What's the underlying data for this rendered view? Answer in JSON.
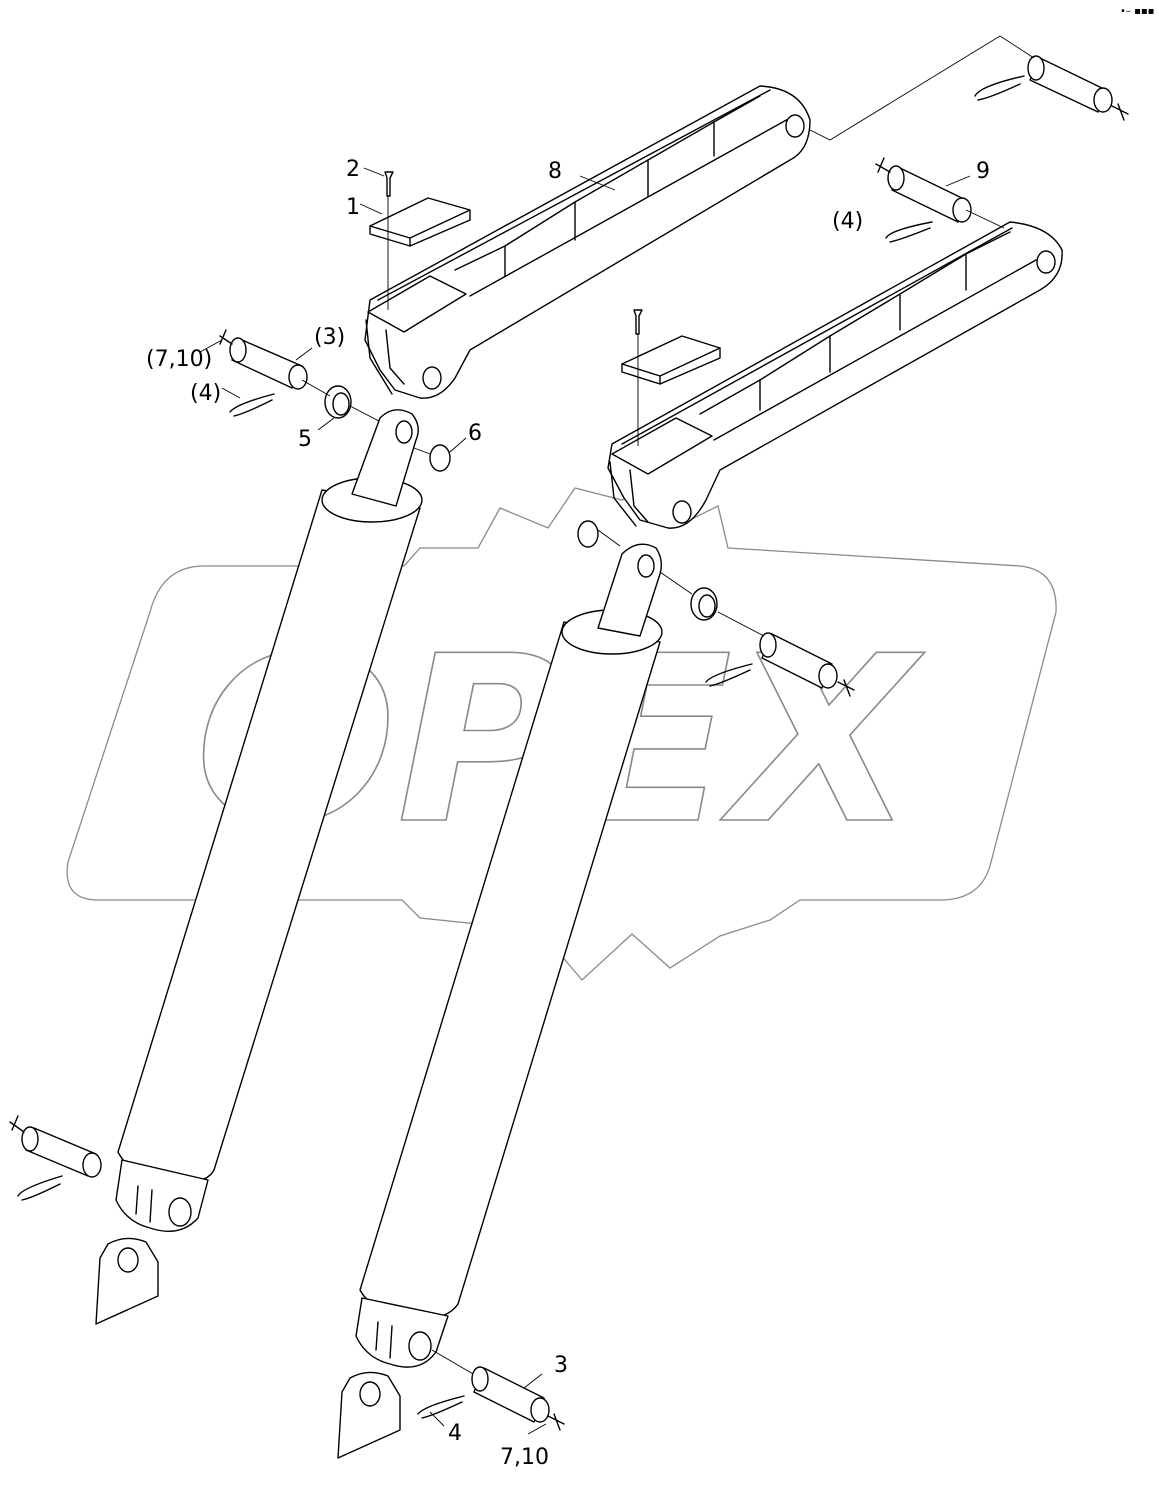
{
  "watermark": {
    "text": "OPEX"
  },
  "callouts": [
    {
      "id": "c1",
      "text": "1"
    },
    {
      "id": "c2",
      "text": "2"
    },
    {
      "id": "c8",
      "text": "8"
    },
    {
      "id": "c9",
      "text": "9"
    },
    {
      "id": "c4r",
      "text": "(4)"
    },
    {
      "id": "c710",
      "text": "(7,10)"
    },
    {
      "id": "c3p",
      "text": "(3)"
    },
    {
      "id": "c4l",
      "text": "(4)"
    },
    {
      "id": "c5",
      "text": "5"
    },
    {
      "id": "c6",
      "text": "6"
    },
    {
      "id": "c3",
      "text": "3"
    },
    {
      "id": "c4",
      "text": "4"
    },
    {
      "id": "c710b",
      "text": "7,10"
    }
  ],
  "corner_mark": "•– ▪▪▪"
}
